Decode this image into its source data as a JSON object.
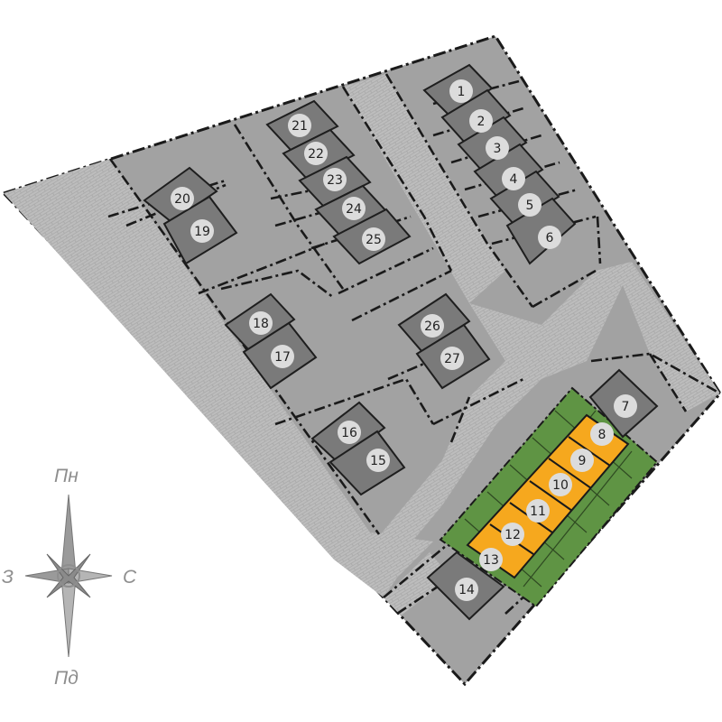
{
  "map": {
    "colors": {
      "ground": "#a2a2a2",
      "road": "#bcbcbc",
      "house": "#7a7a7a",
      "badge": "#dcdcdc",
      "border": "#1a1a1a",
      "highlight": "#f6a81e",
      "green": "#5f9444"
    },
    "plots": [
      {
        "id": "1",
        "status": "default"
      },
      {
        "id": "2",
        "status": "default"
      },
      {
        "id": "3",
        "status": "default"
      },
      {
        "id": "4",
        "status": "default"
      },
      {
        "id": "5",
        "status": "default"
      },
      {
        "id": "6",
        "status": "default"
      },
      {
        "id": "7",
        "status": "default"
      },
      {
        "id": "8",
        "status": "highlighted"
      },
      {
        "id": "9",
        "status": "highlighted"
      },
      {
        "id": "10",
        "status": "highlighted"
      },
      {
        "id": "11",
        "status": "highlighted"
      },
      {
        "id": "12",
        "status": "highlighted"
      },
      {
        "id": "13",
        "status": "highlighted"
      },
      {
        "id": "14",
        "status": "default"
      },
      {
        "id": "15",
        "status": "default"
      },
      {
        "id": "16",
        "status": "default"
      },
      {
        "id": "17",
        "status": "default"
      },
      {
        "id": "18",
        "status": "default"
      },
      {
        "id": "19",
        "status": "default"
      },
      {
        "id": "20",
        "status": "default"
      },
      {
        "id": "21",
        "status": "default"
      },
      {
        "id": "22",
        "status": "default"
      },
      {
        "id": "23",
        "status": "default"
      },
      {
        "id": "24",
        "status": "default"
      },
      {
        "id": "25",
        "status": "default"
      },
      {
        "id": "26",
        "status": "default"
      },
      {
        "id": "27",
        "status": "default"
      }
    ]
  },
  "compass": {
    "north": "Пн",
    "south": "Пд",
    "west": "З",
    "east": "С"
  }
}
